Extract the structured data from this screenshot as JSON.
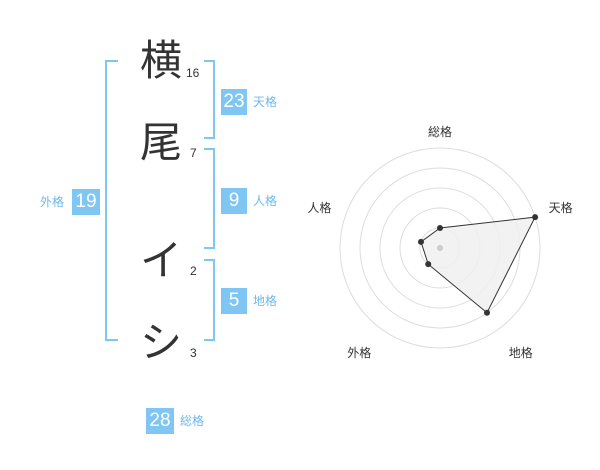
{
  "name": {
    "chars": [
      {
        "char": "横",
        "strokes": "16"
      },
      {
        "char": "尾",
        "strokes": "7"
      },
      {
        "char": "イ",
        "strokes": "2"
      },
      {
        "char": "シ",
        "strokes": "3"
      }
    ]
  },
  "kaku": {
    "tenkaku": {
      "label": "天格",
      "value": "23"
    },
    "jinkaku": {
      "label": "人格",
      "value": "9"
    },
    "chikaku": {
      "label": "地格",
      "value": "5"
    },
    "gaikaku": {
      "label": "外格",
      "value": "19"
    },
    "soukaku": {
      "label": "総格",
      "value": "28"
    }
  },
  "chart_data": {
    "type": "radar",
    "axes": [
      "総格",
      "天格",
      "地格",
      "外格",
      "人格"
    ],
    "values": [
      1,
      5,
      4,
      1,
      1
    ],
    "rmax": 5,
    "colors": {
      "ring": "#dddddd",
      "fill": "#f0f0f0",
      "line": "#333333",
      "point": "#333333",
      "center": "#cccccc"
    }
  },
  "colors": {
    "accent": "#7fc6f3",
    "accent_text": "#6fb8ea",
    "bracket": "#7fc6f3"
  }
}
